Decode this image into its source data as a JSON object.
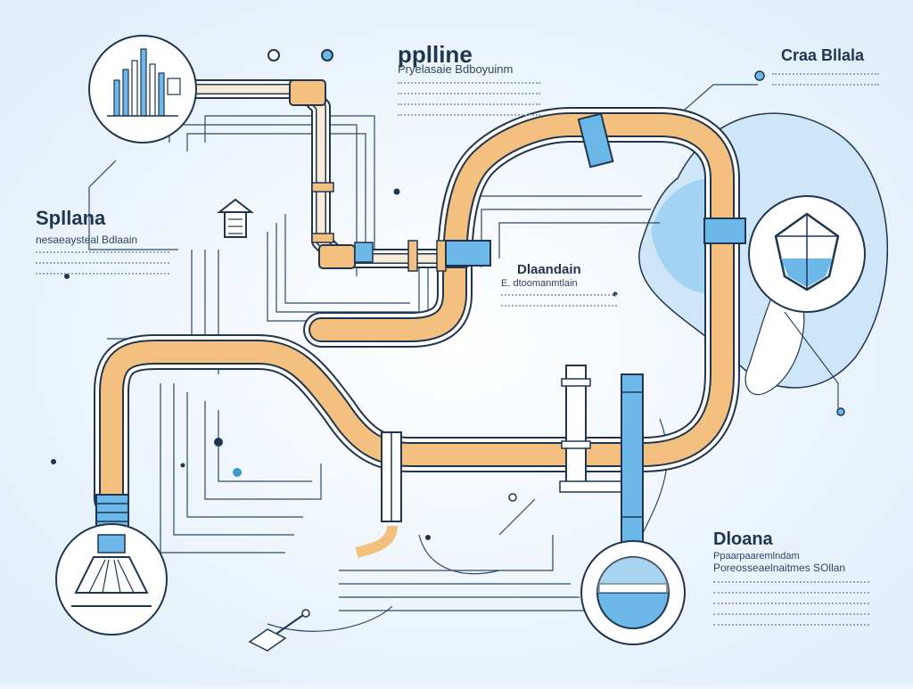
{
  "labels": {
    "pipeline_title": "pplline",
    "pipeline_subtitle": "Pryelasaie Bdboyuinm",
    "top_right_title": "Craa Bllala",
    "left_title": "Spllana",
    "left_subtitle": "nesaeaysteal Bdlaain",
    "center_title": "Dlaandain",
    "center_subtitle": "E. dtoomanmtlain",
    "bottom_right_title": "Dloana",
    "bottom_right_subtitle_1": "Ppaarpaaremlndam",
    "bottom_right_subtitle_2": "Poreosseaelnaitmes SOllan"
  },
  "colors": {
    "pipe_orange": "#f4c07f",
    "pipe_blue": "#6cb8e8",
    "outline": "#1f3550",
    "background": "#eef5fc",
    "light_blue": "#bfe0f7"
  },
  "icons": [
    "bar-chart-icon",
    "house-icon",
    "funnel-icon",
    "gem-icon",
    "shovel-icon",
    "gauge-valve-icon"
  ]
}
